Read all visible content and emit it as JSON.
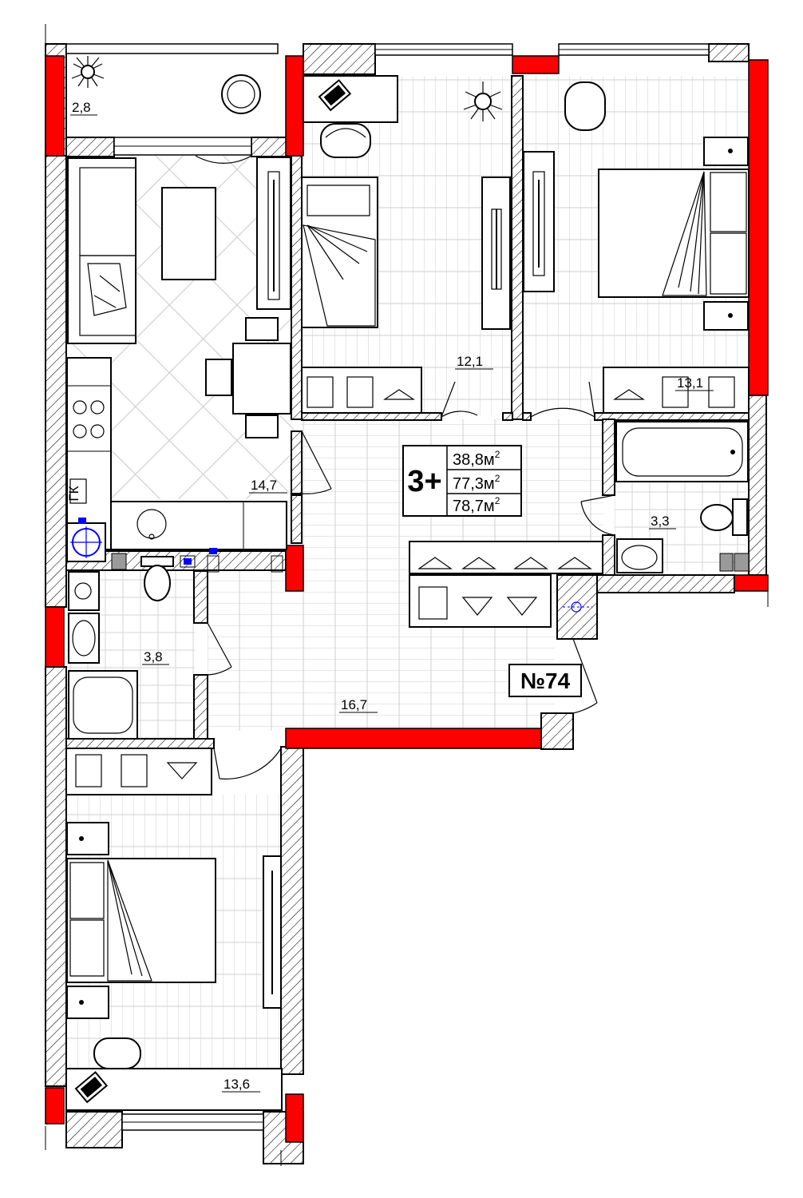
{
  "apartment": {
    "rooms_code": "3+",
    "number": "№74",
    "area_living": "38,8м",
    "area_total": "77,3м",
    "area_with_balcony": "78,7м",
    "unit_superscript": "2"
  },
  "rooms": {
    "balcony": "2,8",
    "kitchen_living": "14,7",
    "bedroom_small": "12,1",
    "bedroom_master": "13,1",
    "bath_right": "3,3",
    "bath_left": "3,8",
    "hall": "16,7",
    "bedroom_bottom": "13,6"
  },
  "kitchen": {
    "gas_meter_label": "ГК"
  },
  "colors": {
    "load_bearing_wall": "#ff0000",
    "wall_hatch": "#000000",
    "utility_point": "#0000ff",
    "shaft": "#9a9a9a"
  }
}
